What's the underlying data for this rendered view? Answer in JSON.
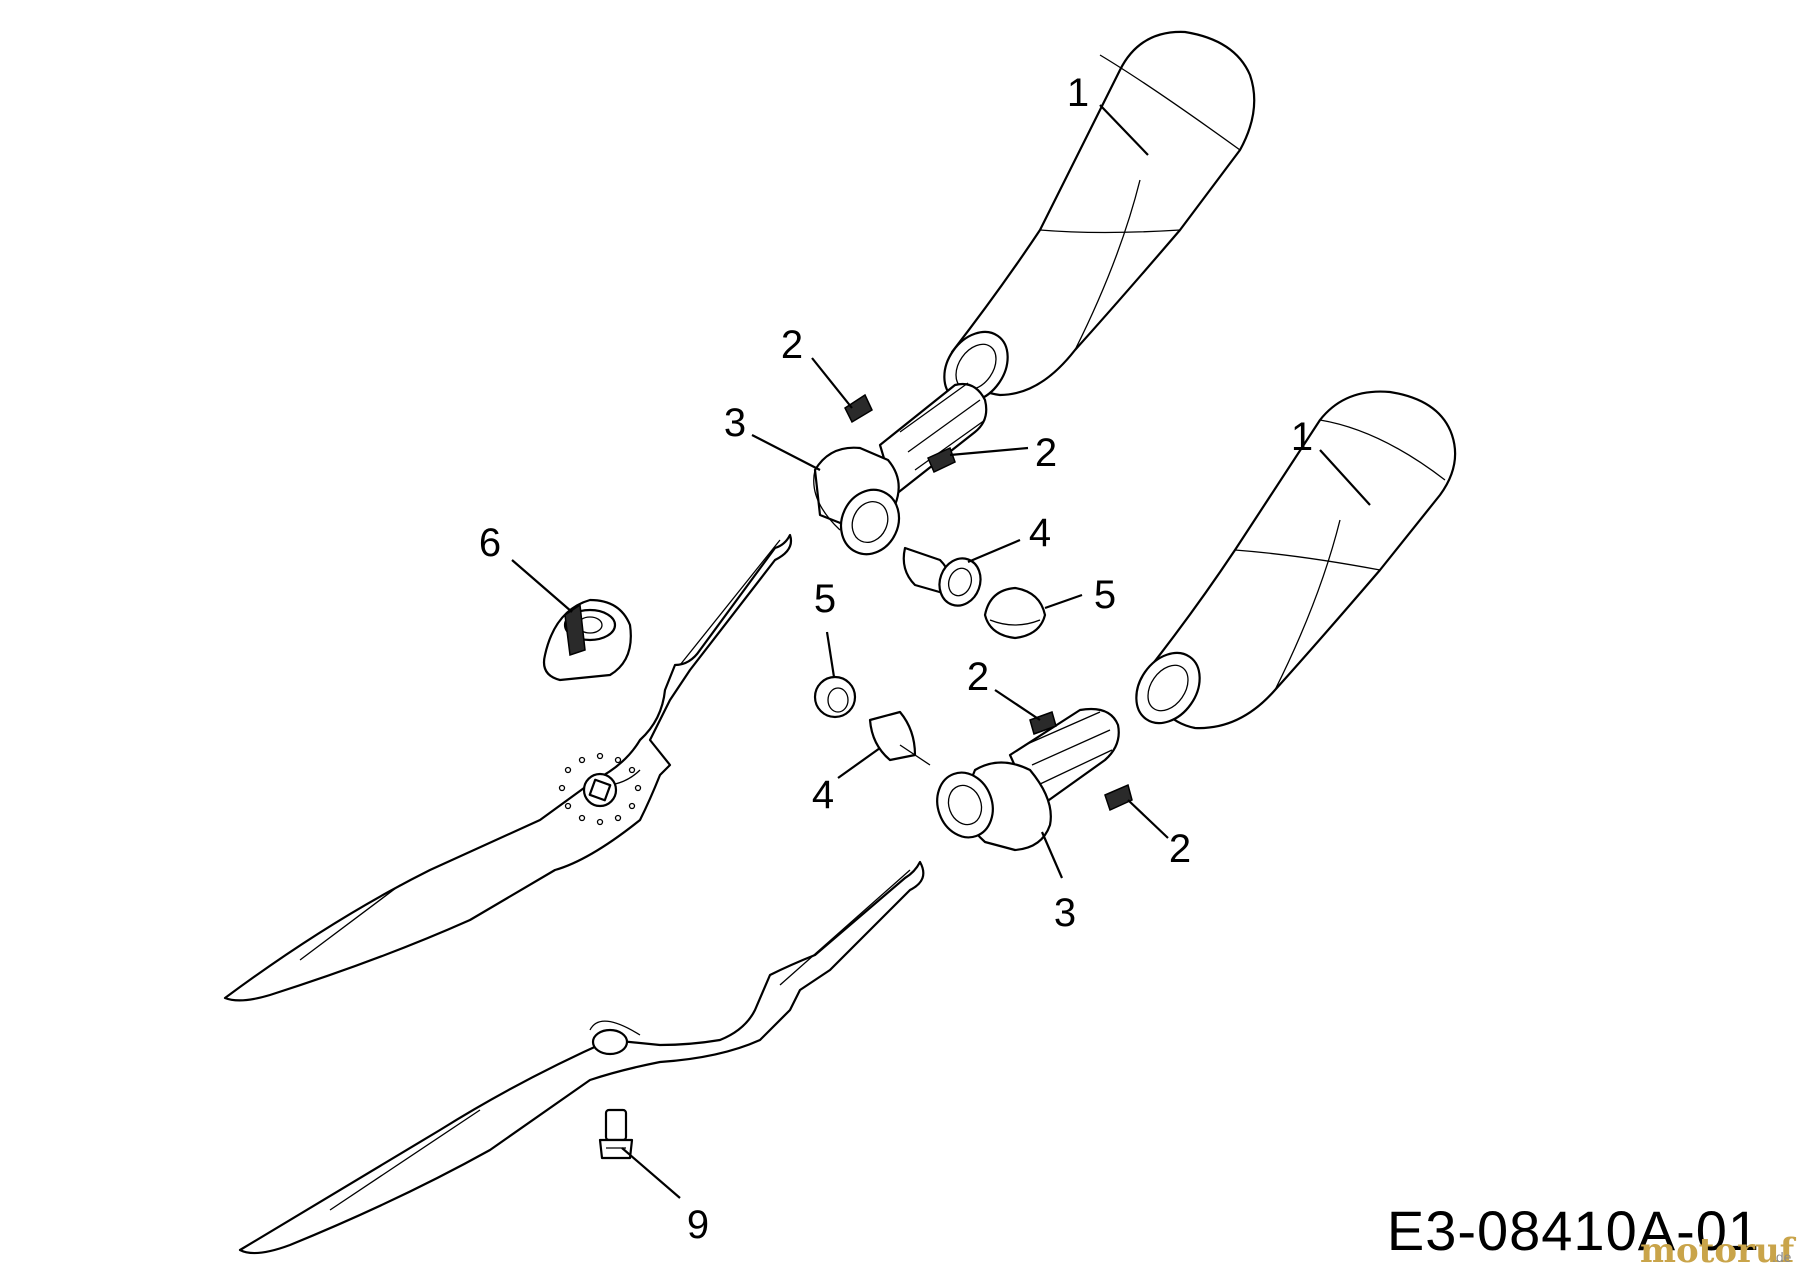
{
  "drawing_code": "E3-08410A-01",
  "watermark": {
    "brand": "motoruf",
    "tld": ".de"
  },
  "callouts": [
    {
      "id": "handle-upper",
      "label": "1"
    },
    {
      "id": "handle-lower",
      "label": "1"
    },
    {
      "id": "clip-upper-a",
      "label": "2"
    },
    {
      "id": "clip-upper-b",
      "label": "2"
    },
    {
      "id": "clip-lower-a",
      "label": "2"
    },
    {
      "id": "clip-lower-b",
      "label": "2"
    },
    {
      "id": "adapter-upper",
      "label": "3"
    },
    {
      "id": "adapter-lower",
      "label": "3"
    },
    {
      "id": "sleeve-upper",
      "label": "4"
    },
    {
      "id": "sleeve-lower",
      "label": "4"
    },
    {
      "id": "bumper-upper",
      "label": "5"
    },
    {
      "id": "bumper-lower",
      "label": "5"
    },
    {
      "id": "knob",
      "label": "6"
    },
    {
      "id": "bolt",
      "label": "9"
    }
  ]
}
